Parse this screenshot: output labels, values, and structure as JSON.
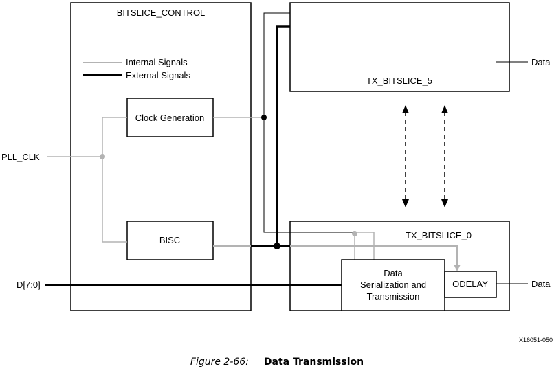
{
  "blocks": {
    "bitslice_control": "BITSLICE_CONTROL",
    "clock_generation": "Clock Generation",
    "bisc": "BISC",
    "tx_bitslice_5": "TX_BITSLICE_5",
    "tx_bitslice_0": "TX_BITSLICE_0",
    "data_serialization": [
      "Data",
      "Serialization and",
      "Transmission"
    ],
    "odelay": "ODELAY"
  },
  "legend": {
    "internal": "Internal Signals",
    "external": "External Signals",
    "internal_color": "#b3b3b3",
    "external_color": "#000000"
  },
  "signals": {
    "pll_clk": "PLL_CLK",
    "d_bus": "D[7:0]",
    "data_out_top": "Data",
    "data_out_bottom": "Data"
  },
  "figure_id": "X16051-050",
  "caption": {
    "number": "Figure 2-66:",
    "title": "Data Transmission"
  }
}
